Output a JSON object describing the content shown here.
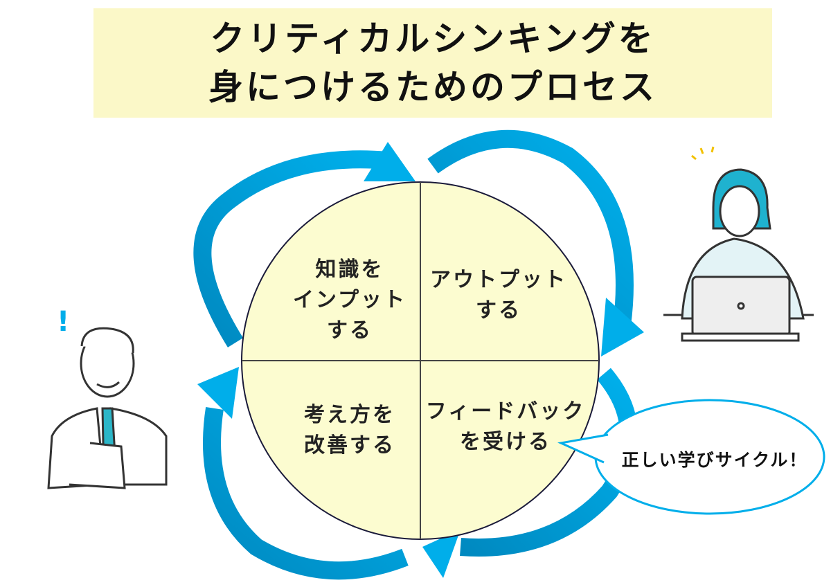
{
  "title": {
    "line1": "クリティカルシンキングを",
    "line2": "身につけるためのプロセス"
  },
  "quadrants": {
    "top_left": [
      "知識を",
      "インプット",
      "する"
    ],
    "top_right": [
      "アウトプット",
      "する"
    ],
    "bottom_left": [
      "考え方を",
      "改善する"
    ],
    "bottom_right": [
      "フィードバック",
      "を受ける"
    ]
  },
  "speech_bubble": "正しい学びサイクル！",
  "exclamation": "!",
  "colors": {
    "arrow_light": "#00aeea",
    "arrow_dark": "#0089c0",
    "circle_fill": "#fcfcd0",
    "title_bg": "#fbf8c8"
  }
}
